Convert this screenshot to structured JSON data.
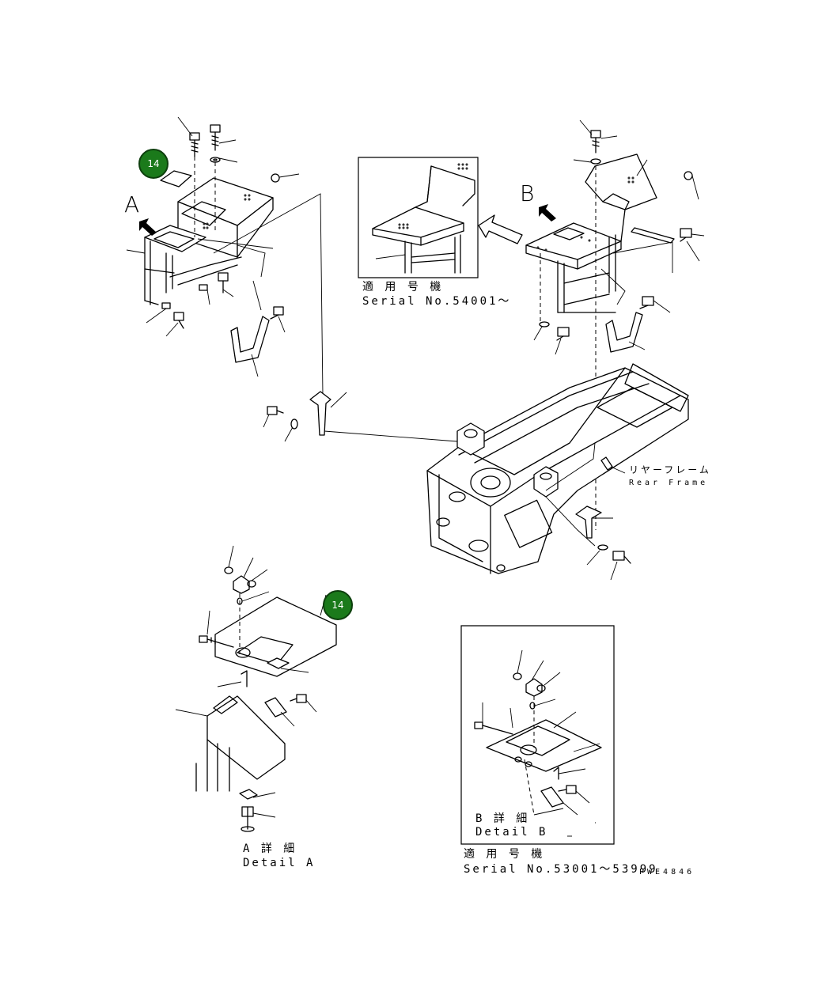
{
  "callouts": [
    {
      "id": "callout-1",
      "label": "14"
    },
    {
      "id": "callout-2",
      "label": "14"
    }
  ],
  "view_markers": {
    "a": "A",
    "b": "B"
  },
  "inset_top": {
    "line1": "適 用 号 機",
    "line2": "Serial No.54001～"
  },
  "rear_frame": {
    "jp": "リヤーフレーム",
    "en": "Rear Frame"
  },
  "detail_a": {
    "jp": "A 詳 細",
    "en": "Detail A"
  },
  "detail_b": {
    "jp": "B 詳 細",
    "en": "Detail B"
  },
  "serial_bottom": {
    "line1": "適 用 号 機",
    "line2": "Serial No.53001～53999"
  },
  "drawing_code": "PWE4846"
}
